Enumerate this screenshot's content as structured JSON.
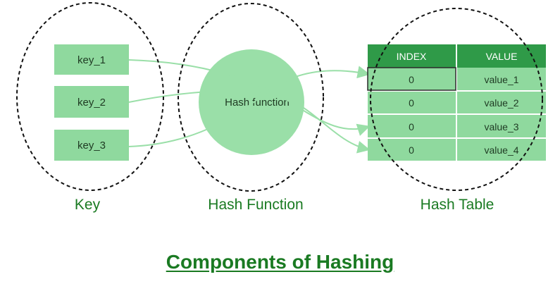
{
  "keys": [
    "key_1",
    "key_2",
    "key_3"
  ],
  "hash_function": {
    "label": "Hash function"
  },
  "table": {
    "headers": {
      "index": "INDEX",
      "value": "VALUE"
    },
    "rows": [
      {
        "index": "0",
        "value": "value_1"
      },
      {
        "index": "0",
        "value": "value_2"
      },
      {
        "index": "0",
        "value": "value_3"
      },
      {
        "index": "0",
        "value": "value_4"
      }
    ]
  },
  "group_labels": {
    "key": "Key",
    "hash_function": "Hash Function",
    "hash_table": "Hash Table"
  },
  "title": "Components of Hashing",
  "colors": {
    "box_fill": "#8fd99e",
    "circle_fill": "#9adfa8",
    "header_fill": "#2f9a48",
    "label_green": "#1a7a22",
    "arrow": "#9adfa8",
    "cell_text": "#1f3b23"
  }
}
